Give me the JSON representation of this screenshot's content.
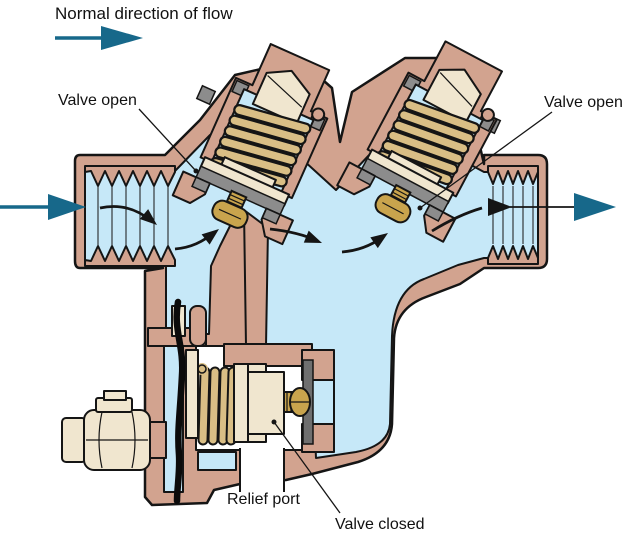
{
  "legend": {
    "title": "Normal direction of flow"
  },
  "labels": {
    "valve_open_left": "Valve open",
    "valve_open_right": "Valve open",
    "relief_port": "Relief port",
    "valve_closed": "Valve closed"
  },
  "colors": {
    "body": "#D2A38F",
    "water": "#C6E8F8",
    "spring": "#D9BE85",
    "cream": "#F0E6CF",
    "brass": "#C9A44D",
    "seal_gray": "#8C8C8C",
    "seat_gray": "#6F6F6F",
    "flow_arrow": "#17688A",
    "outline": "#151515"
  }
}
